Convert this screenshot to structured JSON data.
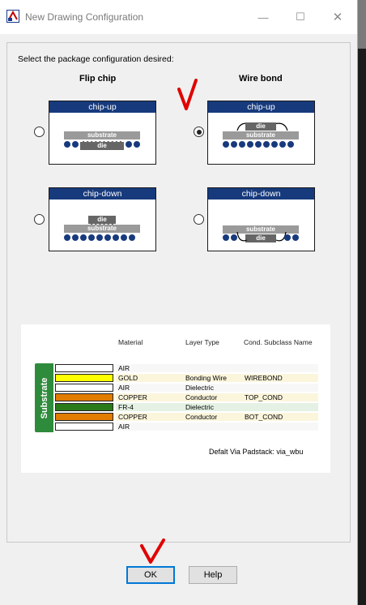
{
  "window": {
    "title": "New Drawing Configuration",
    "minimize": "—",
    "maximize": "☐",
    "close": "✕"
  },
  "prompt": "Select the package configuration desired:",
  "columns": {
    "flip_chip": "Flip chip",
    "wire_bond": "Wire bond"
  },
  "cards": {
    "fc_up": {
      "header": "chip-up",
      "substrate": "substrate",
      "die": "die",
      "selected": false
    },
    "wb_up": {
      "header": "chip-up",
      "substrate": "substrate",
      "die": "die",
      "selected": true
    },
    "fc_down": {
      "header": "chip-down",
      "substrate": "substrate",
      "die": "die",
      "selected": false
    },
    "wb_down": {
      "header": "chip-down",
      "substrate": "substrate",
      "die": "die",
      "selected": false
    }
  },
  "stackup": {
    "headers": {
      "material": "Material",
      "layer_type": "Layer Type",
      "subclass": "Cond. Subclass Name"
    },
    "side_label": "Substrate",
    "rows": [
      {
        "color": "#ffffff",
        "material": "AIR",
        "layer_type": "",
        "subclass": ""
      },
      {
        "color": "#ffff00",
        "material": "GOLD",
        "layer_type": "Bonding Wire",
        "subclass": "WIREBOND"
      },
      {
        "color": "#ffffff",
        "material": "AIR",
        "layer_type": "Dielectric",
        "subclass": ""
      },
      {
        "color": "#e07c00",
        "material": "COPPER",
        "layer_type": "Conductor",
        "subclass": "TOP_COND"
      },
      {
        "color": "#2a7a1a",
        "material": "FR-4",
        "layer_type": "Dielectric",
        "subclass": ""
      },
      {
        "color": "#e07c00",
        "material": "COPPER",
        "layer_type": "Conductor",
        "subclass": "BOT_COND"
      },
      {
        "color": "#ffffff",
        "material": "AIR",
        "layer_type": "",
        "subclass": ""
      }
    ],
    "row_colors": [
      "#f7f7f7",
      "#fbf5dc",
      "#f7f7f7",
      "#fbf5dc",
      "#e4f1e4",
      "#fbf5dc",
      "#f7f7f7"
    ],
    "padstack": "Defalt Via Padstack: via_wbu"
  },
  "buttons": {
    "ok": "OK",
    "help": "Help"
  },
  "colors": {
    "accent": "#173a7d",
    "annotation": "#e00000",
    "focus": "#0078d7"
  }
}
